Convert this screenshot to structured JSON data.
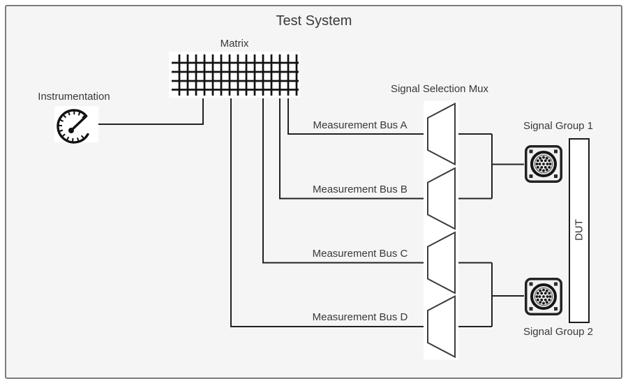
{
  "title": "Test System",
  "instrumentation": {
    "label": "Instrumentation"
  },
  "matrix": {
    "label": "Matrix"
  },
  "mux": {
    "label": "Signal Selection Mux"
  },
  "buses": [
    {
      "label": "Measurement Bus A"
    },
    {
      "label": "Measurement Bus B"
    },
    {
      "label": "Measurement Bus C"
    },
    {
      "label": "Measurement Bus D"
    }
  ],
  "signal_groups": [
    {
      "label": "Signal Group 1"
    },
    {
      "label": "Signal Group 2"
    }
  ],
  "dut": {
    "label": "DUT"
  },
  "icons": {
    "gauge": "gauge-meter-icon",
    "matrix_grid": "crosspoint-grid-icon",
    "mux_shape": "mux-trapezoid-shape",
    "connector": "circular-connector-icon"
  },
  "colors": {
    "canvas_background": "#ffffff",
    "frame_background": "#f5f5f5",
    "frame_border": "#7c7c7c",
    "line": "#222222",
    "shape_stroke": "#3c3c3c",
    "shape_fill": "#ffffff",
    "text": "#383838"
  }
}
